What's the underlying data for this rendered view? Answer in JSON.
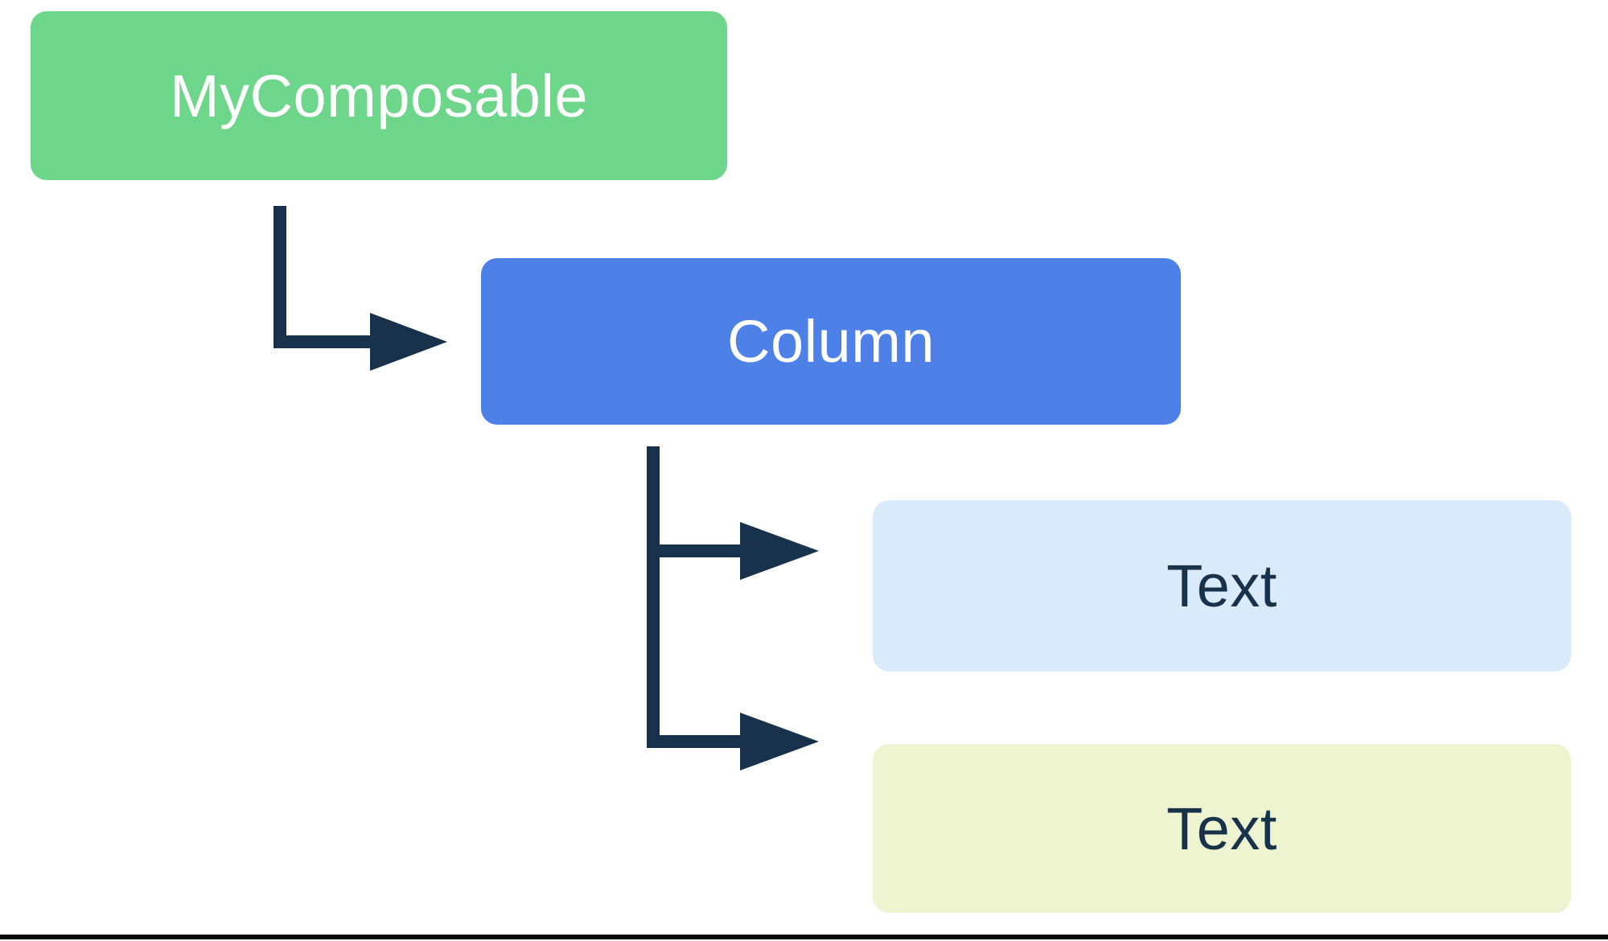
{
  "diagram": {
    "type": "tree",
    "background": "#ffffff",
    "arrow_color": "#17324a",
    "bottom_rule_color": "#0a0a0a",
    "nodes": [
      {
        "id": "my-composable",
        "label": "MyComposable",
        "fill": "#6dd68b",
        "text_color": "#ffffff"
      },
      {
        "id": "column",
        "label": "Column",
        "fill": "#4d81e8",
        "text_color": "#ffffff"
      },
      {
        "id": "text-1",
        "label": "Text",
        "fill": "#d9eafb",
        "text_color": "#17324a"
      },
      {
        "id": "text-2",
        "label": "Text",
        "fill": "#eef3d0",
        "text_color": "#17324a"
      }
    ],
    "edges": [
      {
        "from": "MyComposable",
        "to": "Column"
      },
      {
        "from": "Column",
        "to": "Text"
      },
      {
        "from": "Column",
        "to": "Text"
      }
    ]
  }
}
